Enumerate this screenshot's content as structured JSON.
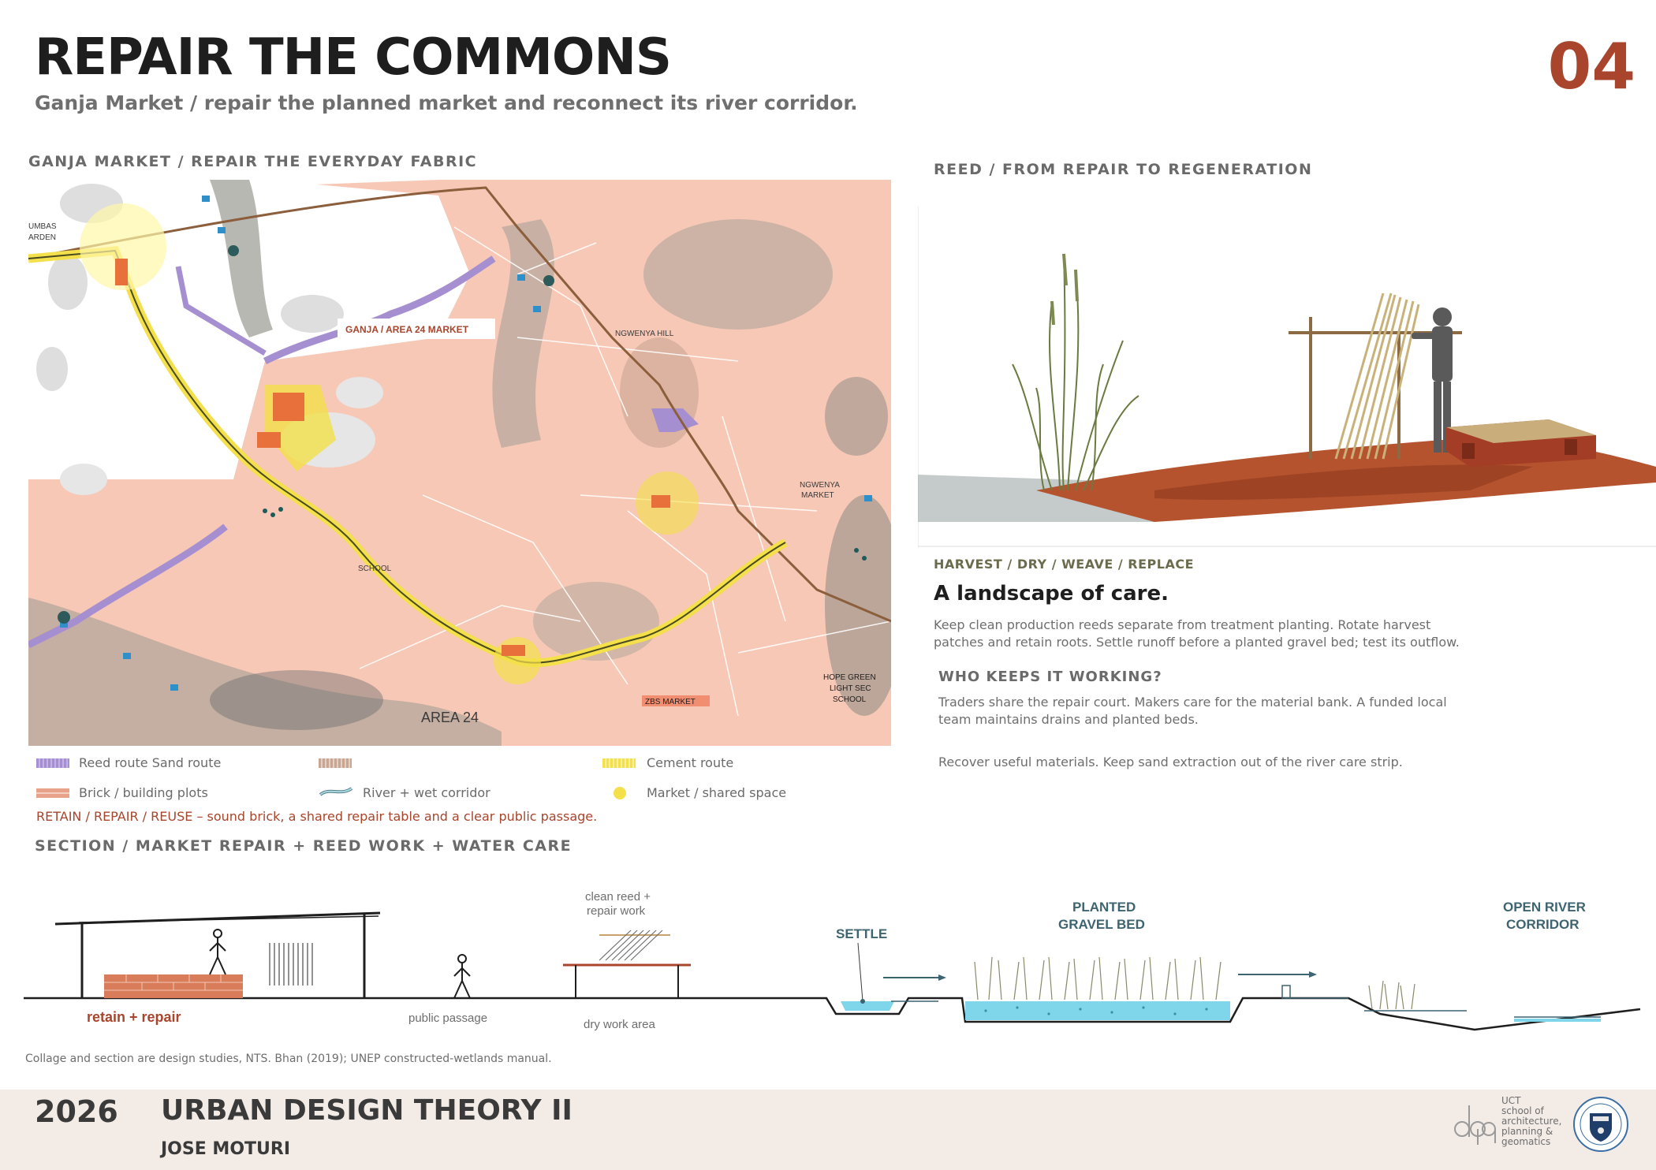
{
  "header": {
    "title": "REPAIR THE COMMONS",
    "subtitle": "Ganja Market / repair the planned market and reconnect its river corridor.",
    "page_number": "04"
  },
  "map": {
    "heading": "GANJA MARKET / REPAIR THE EVERYDAY FABRIC",
    "labels": {
      "mbas_garden_1": "UMBAS",
      "mbas_garden_2": "ARDEN",
      "ganja": "GANJA / AREA 24 MARKET",
      "ngwenya_hill": "NGWENYA HILL",
      "ngwenya_market_1": "NGWENYA",
      "ngwenya_market_2": "MARKET",
      "school": "SCHOOL",
      "zbs_market": "ZBS MARKET",
      "hope_green_1": "HOPE GREEN",
      "hope_green_2": "LIGHT SEC",
      "hope_green_3": "SCHOOL",
      "area_24": "AREA 24"
    },
    "legend": [
      {
        "label": "Reed route Sand route"
      },
      {
        "label": ""
      },
      {
        "label": "Cement route"
      },
      {
        "label": "Brick / building plots"
      },
      {
        "label": "River + wet corridor"
      },
      {
        "label": "Market / shared space"
      }
    ],
    "accent_note": "RETAIN / REPAIR / REUSE – sound brick, a shared repair table and a clear public passage."
  },
  "reed": {
    "heading": "REED / FROM REPAIR TO REGENERATION",
    "kicker": "HARVEST / DRY / WEAVE / REPLACE",
    "title": "A landscape of care.",
    "para1_line1": "Keep clean production reeds separate from treatment planting. Rotate harvest",
    "para1_line2": "patches and retain roots. Settle runoff before a planted gravel bed; test its outflow.",
    "who_heading": "WHO KEEPS IT WORKING?",
    "para2_line1": "Traders share the repair court. Makers care for the material bank. A funded local",
    "para2_line2": "team maintains drains and planted beds.",
    "para3": "Recover useful materials. Keep sand extraction out of the river care strip."
  },
  "section": {
    "heading": "SECTION / MARKET REPAIR + REED WORK + WATER CARE",
    "retain": "retain + repair",
    "public_passage": "public passage",
    "clean_reed_1": "clean reed +",
    "clean_reed_2": "repair work",
    "dry_work": "dry work area",
    "settle": "SETTLE",
    "planted_1": "PLANTED",
    "planted_2": "GRAVEL BED",
    "open_river_1": "OPEN RIVER",
    "open_river_2": "CORRIDOR",
    "caption": "Collage and section are design studies, NTS. Bhan (2019); UNEP constructed-wetlands manual."
  },
  "footer": {
    "year": "2026",
    "course": "URBAN DESIGN THEORY II",
    "author": "JOSE MOTURI",
    "school_1": "UCT",
    "school_2": "school of",
    "school_3": "architecture,",
    "school_4": "planning &",
    "school_5": "geomatics"
  },
  "colors": {
    "accent": "#a8452c",
    "map_pink": "#f7c8b6",
    "reed_route": "#a68fd0",
    "cement_route": "#f3e04a",
    "river": "#4bb9d6",
    "dark_teal": "#3d6470"
  }
}
